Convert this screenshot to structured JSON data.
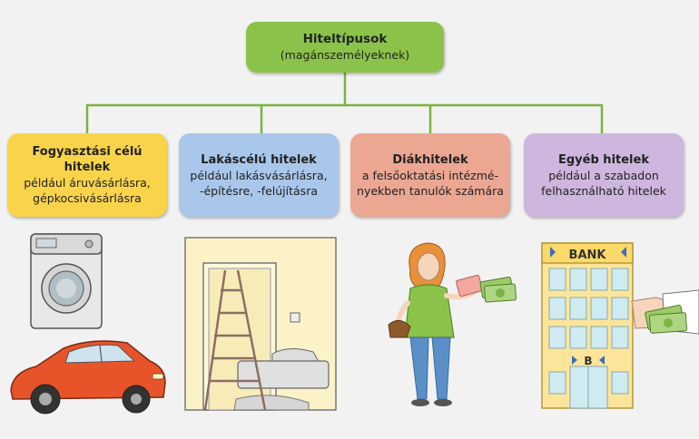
{
  "colors": {
    "connector": "#7cb342",
    "root_fill": "#8bc34a",
    "consumer_fill": "#f9d44a",
    "housing_fill": "#a9c7ea",
    "student_fill": "#eba792",
    "other_fill": "#cdb7de"
  },
  "root": {
    "title": "Hiteltípusok",
    "subtitle": "(magánszemélyeknek)"
  },
  "categories": [
    {
      "title": "Fogyasztási célú hitelek",
      "desc": "például áruvásárlásra,\ngépkocsivásárlásra",
      "illustration": "washing-machine-and-car"
    },
    {
      "title": "Lakáscélú hitelek",
      "desc": "például lakásvásárlásra,\n-építésre, -felújításra",
      "illustration": "renovation-room-ladder"
    },
    {
      "title": "Diákhitelek",
      "desc": "a felsőoktatási intézmé-\nnyekben tanulók számára",
      "illustration": "student-girl-with-money"
    },
    {
      "title": "Egyéb hitelek",
      "desc": "például a szabadon\nfelhasználható hitelek",
      "illustration": "bank-building-with-money"
    }
  ],
  "bank": {
    "sign": "BANK",
    "door_letter": "B"
  }
}
